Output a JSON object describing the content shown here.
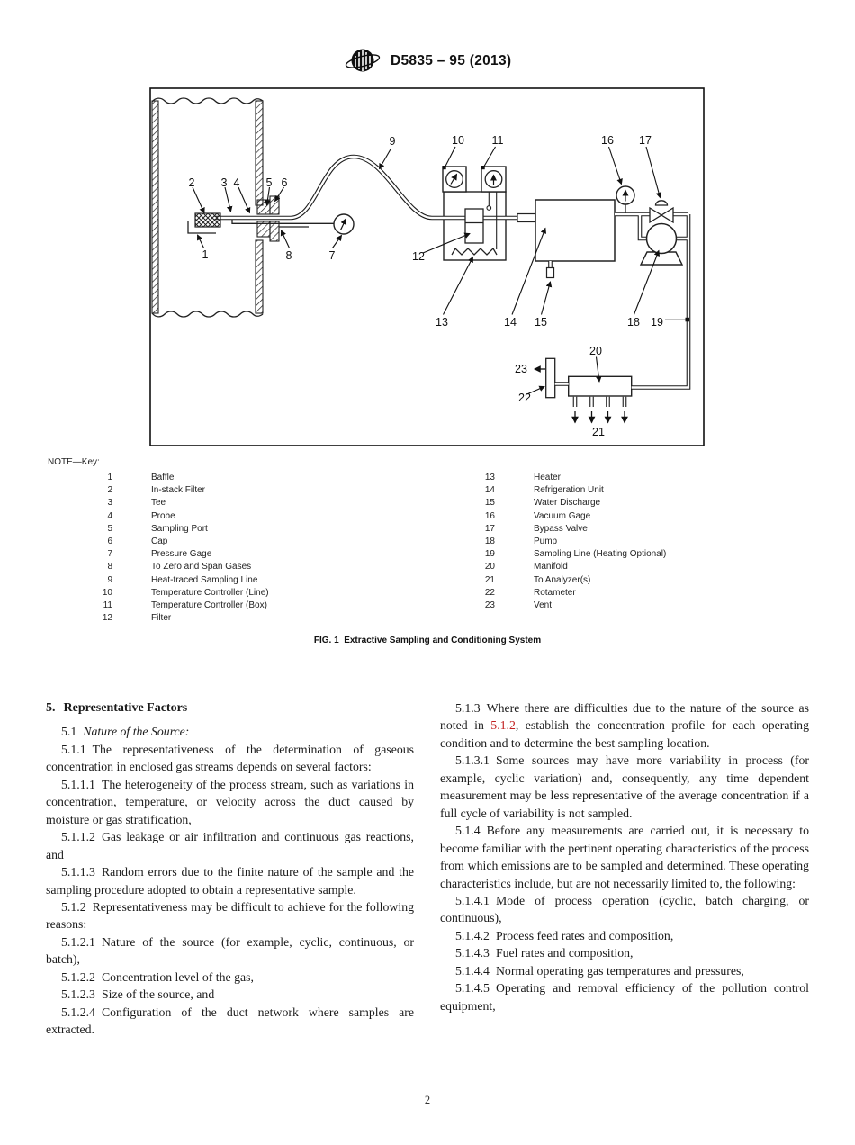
{
  "colors": {
    "link_red": "#c22020",
    "ink": "#1b1b1b",
    "paper": "#ffffff"
  },
  "header": {
    "designation": "D5835 – 95 (2013)",
    "logo": "astm-logo"
  },
  "figure": {
    "note_key_label": "NOTE—Key:",
    "caption": "FIG. 1  Extractive Sampling and Conditioning System",
    "diagram_labels": [
      "1",
      "2",
      "3",
      "4",
      "5",
      "6",
      "7",
      "8",
      "9",
      "10",
      "11",
      "12",
      "13",
      "14",
      "15",
      "16",
      "17",
      "18",
      "19",
      "20",
      "21",
      "22",
      "23"
    ],
    "key_left": [
      {
        "num": "1",
        "label": "Baffle"
      },
      {
        "num": "2",
        "label": "In-stack Filter"
      },
      {
        "num": "3",
        "label": "Tee"
      },
      {
        "num": "4",
        "label": "Probe"
      },
      {
        "num": "5",
        "label": "Sampling Port"
      },
      {
        "num": "6",
        "label": "Cap"
      },
      {
        "num": "7",
        "label": "Pressure Gage"
      },
      {
        "num": "8",
        "label": "To Zero and Span Gases"
      },
      {
        "num": "9",
        "label": "Heat-traced Sampling Line"
      },
      {
        "num": "10",
        "label": "Temperature Controller (Line)"
      },
      {
        "num": "11",
        "label": "Temperature Controller (Box)"
      },
      {
        "num": "12",
        "label": "Filter"
      }
    ],
    "key_right": [
      {
        "num": "13",
        "label": "Heater"
      },
      {
        "num": "14",
        "label": "Refrigeration Unit"
      },
      {
        "num": "15",
        "label": "Water Discharge"
      },
      {
        "num": "16",
        "label": "Vacuum Gage"
      },
      {
        "num": "17",
        "label": "Bypass Valve"
      },
      {
        "num": "18",
        "label": "Pump"
      },
      {
        "num": "19",
        "label": "Sampling Line (Heating Optional)"
      },
      {
        "num": "20",
        "label": "Manifold"
      },
      {
        "num": "21",
        "label": "To Analyzer(s)"
      },
      {
        "num": "22",
        "label": "Rotameter"
      },
      {
        "num": "23",
        "label": "Vent"
      }
    ]
  },
  "body": {
    "section5": {
      "num": "5.",
      "title": "Representative Factors"
    },
    "p51": {
      "num": "5.1",
      "title": "Nature of the Source:"
    },
    "p511": {
      "num": "5.1.1",
      "text": "The representativeness of the determination of gaseous concentration in enclosed gas streams depends on several factors:"
    },
    "p5111": {
      "num": "5.1.1.1",
      "text": "The heterogeneity of the process stream, such as variations in concentration, temperature, or velocity across the duct caused by moisture or gas stratification,"
    },
    "p5112": {
      "num": "5.1.1.2",
      "text": "Gas leakage or air infiltration and continuous gas reactions, and"
    },
    "p5113": {
      "num": "5.1.1.3",
      "text": "Random errors due to the finite nature of the sample and the sampling procedure adopted to obtain a representative sample."
    },
    "p512": {
      "num": "5.1.2",
      "text": "Representativeness may be difficult to achieve for the following reasons:"
    },
    "p5121": {
      "num": "5.1.2.1",
      "text": "Nature of the source (for example, cyclic, continuous, or batch),"
    },
    "p5122": {
      "num": "5.1.2.2",
      "text": "Concentration level of the gas,"
    },
    "p5123": {
      "num": "5.1.2.3",
      "text": "Size of the source, and"
    },
    "p5124": {
      "num": "5.1.2.4",
      "text": "Configuration of the duct network where samples are extracted."
    },
    "p513": {
      "num": "5.1.3",
      "text_before": "Where there are difficulties due to the nature of the source as noted in ",
      "link": "5.1.2",
      "text_after": ", establish the concentration profile for each operating condition and to determine the best sampling location."
    },
    "p5131": {
      "num": "5.1.3.1",
      "text": "Some sources may have more variability in process (for example, cyclic variation) and, consequently, any time dependent measurement may be less representative of the average concentration if a full cycle of variability is not sampled."
    },
    "p514": {
      "num": "5.1.4",
      "text": "Before any measurements are carried out, it is necessary to become familiar with the pertinent operating characteristics of the process from which emissions are to be sampled and determined. These operating characteristics include, but are not necessarily limited to, the following:"
    },
    "p5141": {
      "num": "5.1.4.1",
      "text": "Mode of process operation (cyclic, batch charging, or continuous),"
    },
    "p5142": {
      "num": "5.1.4.2",
      "text": "Process feed rates and composition,"
    },
    "p5143": {
      "num": "5.1.4.3",
      "text": "Fuel rates and composition,"
    },
    "p5144": {
      "num": "5.1.4.4",
      "text": "Normal operating gas temperatures and pressures,"
    },
    "p5145": {
      "num": "5.1.4.5",
      "text": "Operating and removal efficiency of the pollution control equipment,"
    }
  },
  "footer": {
    "page_number": "2"
  }
}
